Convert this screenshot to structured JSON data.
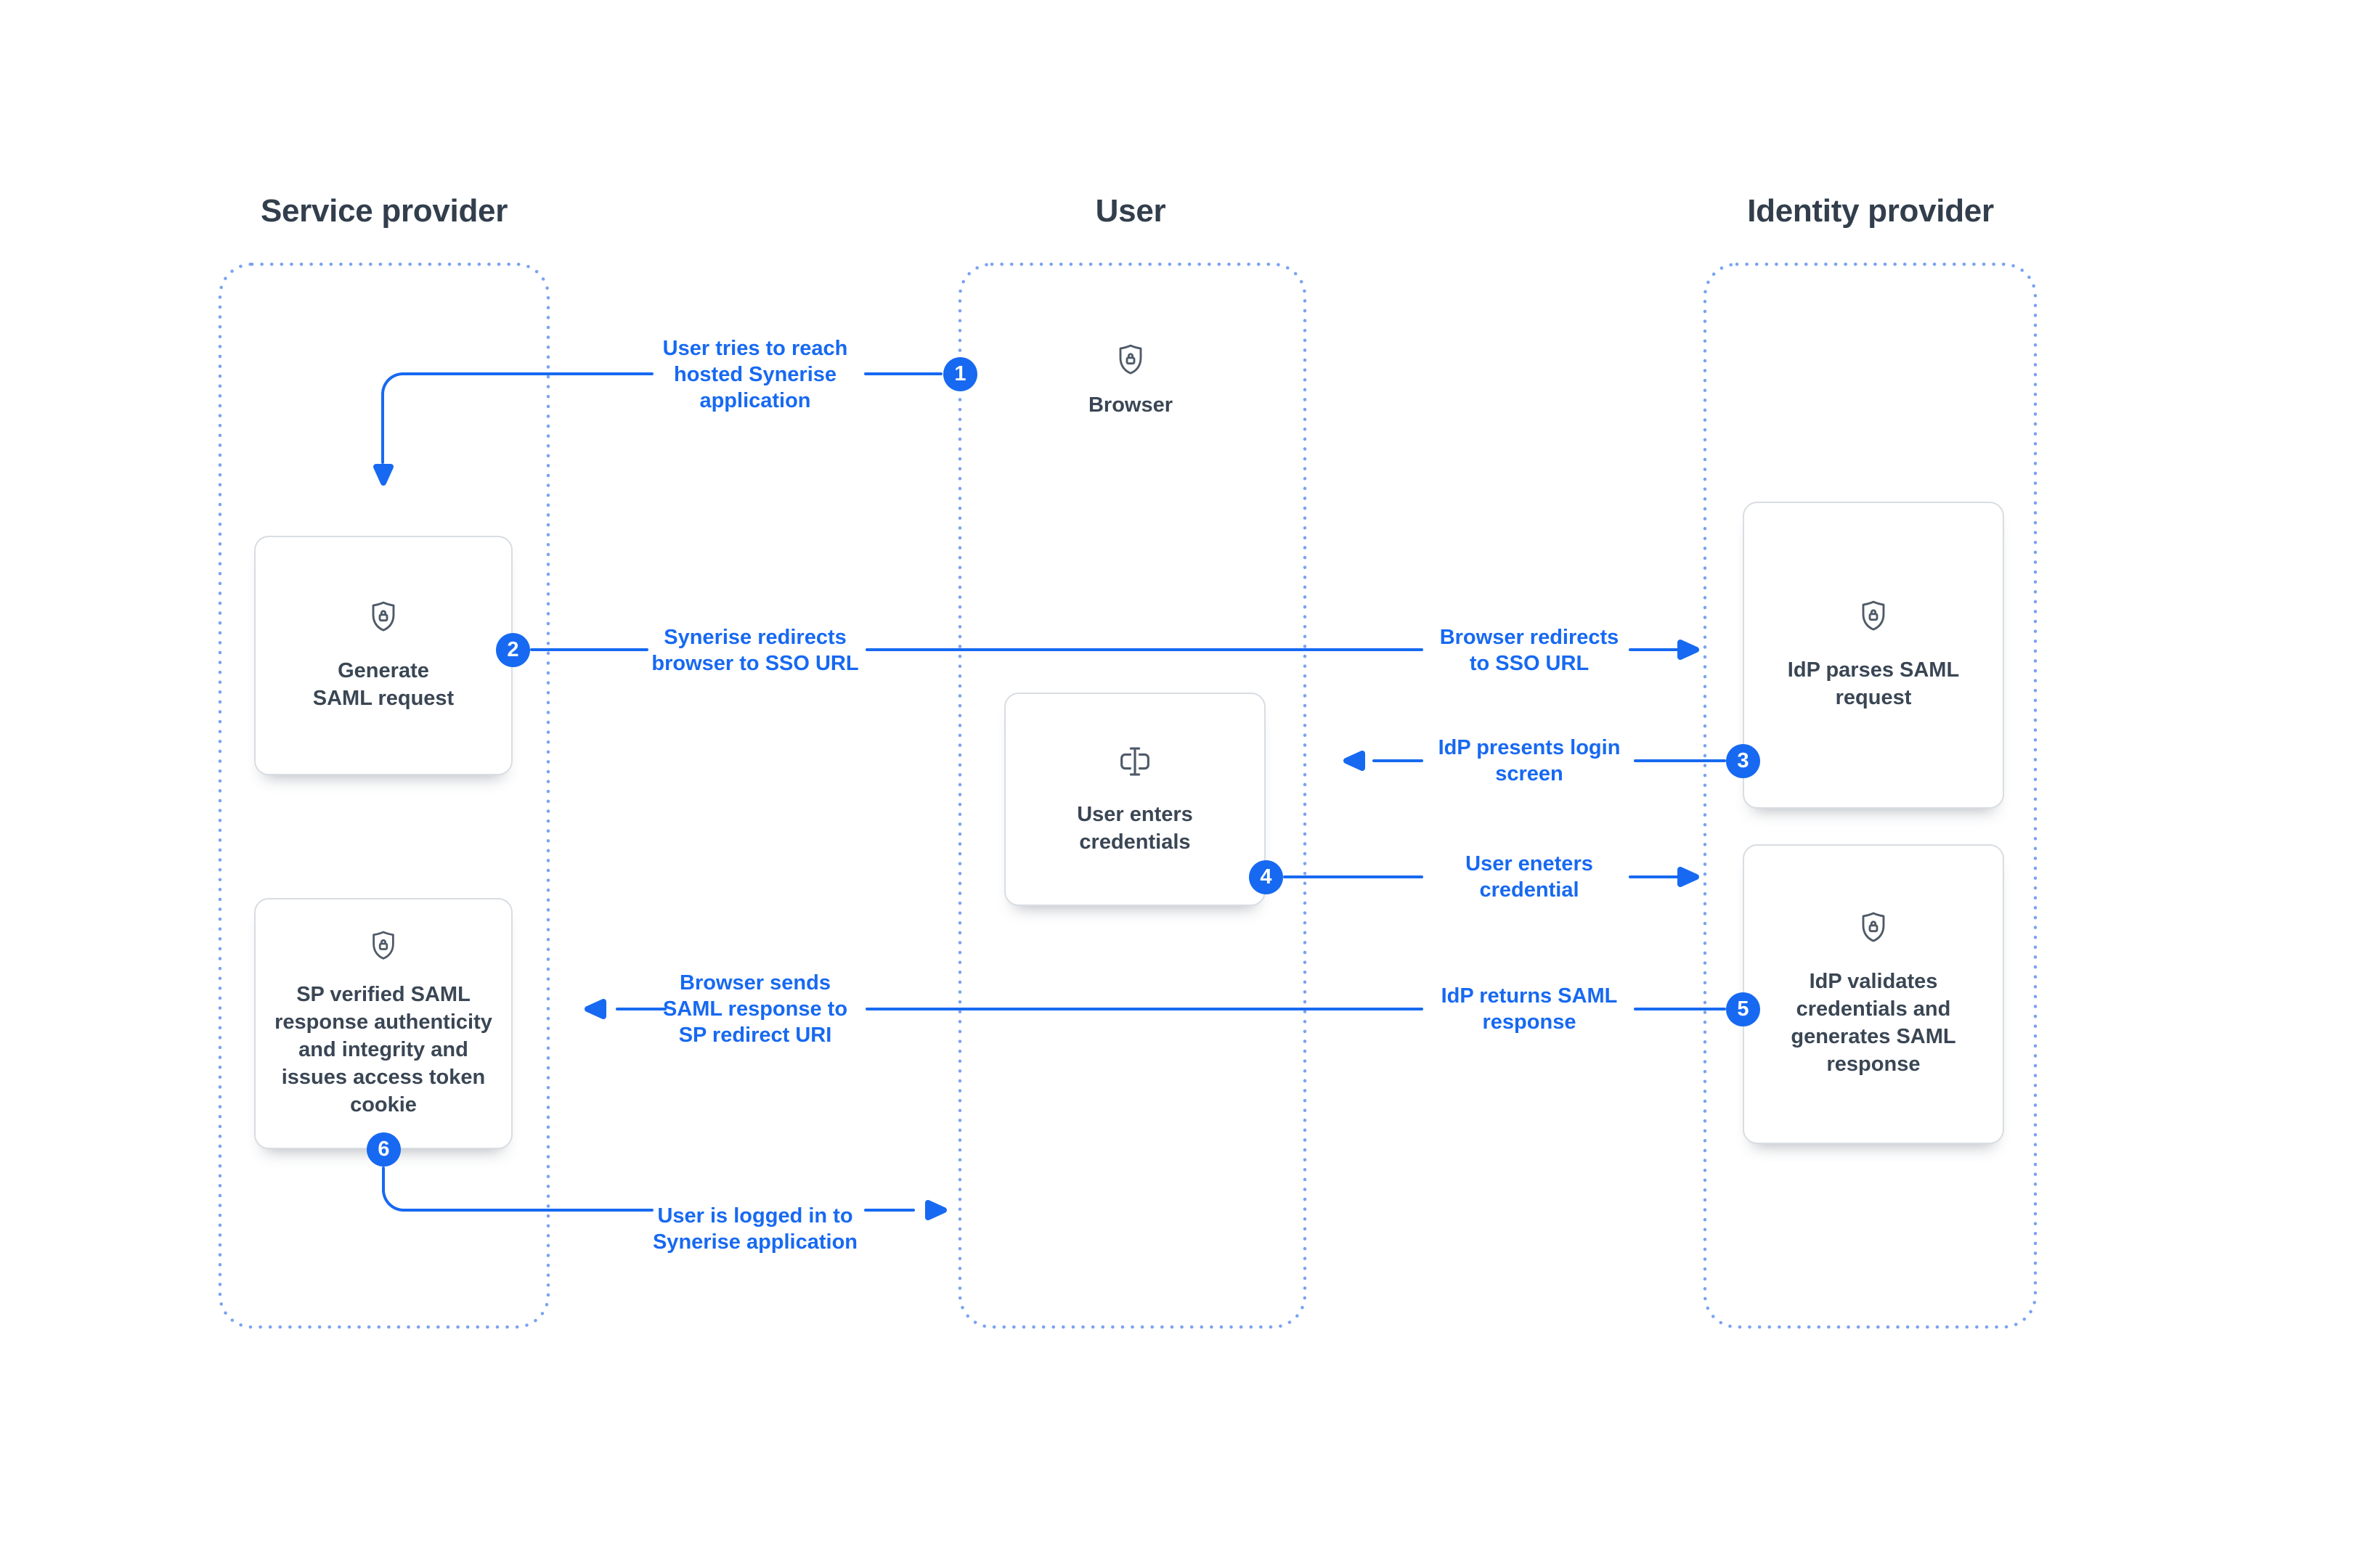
{
  "diagram": {
    "lanes": {
      "service_provider": {
        "title": "Service provider"
      },
      "user": {
        "title": "User"
      },
      "identity_provider": {
        "title": "Identity provider"
      }
    },
    "nodes": {
      "browser": {
        "label": "Browser",
        "icon": "shield-lock"
      },
      "generate_saml": {
        "label": "Generate\nSAML request",
        "icon": "shield-lock"
      },
      "sp_verified": {
        "label": "SP verified SAML\nresponse authenticity\nand integrity and\nissues access token\ncookie",
        "icon": "shield-lock"
      },
      "user_credentials": {
        "label": "User enters\ncredentials",
        "icon": "input-cursor"
      },
      "idp_parses": {
        "label": "IdP parses SAML\nrequest",
        "icon": "shield-lock"
      },
      "idp_validates": {
        "label": "IdP validates\ncredentials and\ngenerates SAML\nresponse",
        "icon": "shield-lock"
      }
    },
    "steps": {
      "s1": {
        "number": "1",
        "label": "User tries to reach\nhosted Synerise\napplication"
      },
      "s2": {
        "number": "2",
        "label": "Synerise redirects\nbrowser to SSO URL"
      },
      "s3": {
        "number": "3",
        "label": "IdP presents login\nscreen"
      },
      "s4": {
        "number": "4",
        "label": "User eneters\ncredential"
      },
      "s5": {
        "number": "5",
        "label": "IdP returns SAML\nresponse"
      },
      "s6": {
        "number": "6",
        "label": "User is logged in to\nSynerise application"
      }
    },
    "flow_labels": {
      "browser_redirects": "Browser redirects\nto SSO URL",
      "browser_sends": "Browser sends\nSAML response to\nSP redirect URI"
    },
    "colors": {
      "accent_blue": "#1769F1",
      "lane_dot_blue": "#79A3F2",
      "box_border": "#D8DDE2",
      "heading_text": "#323E4C",
      "node_text": "#3A4654",
      "icon_stroke": "#4F5A68",
      "background": "#FFFFFF"
    }
  }
}
